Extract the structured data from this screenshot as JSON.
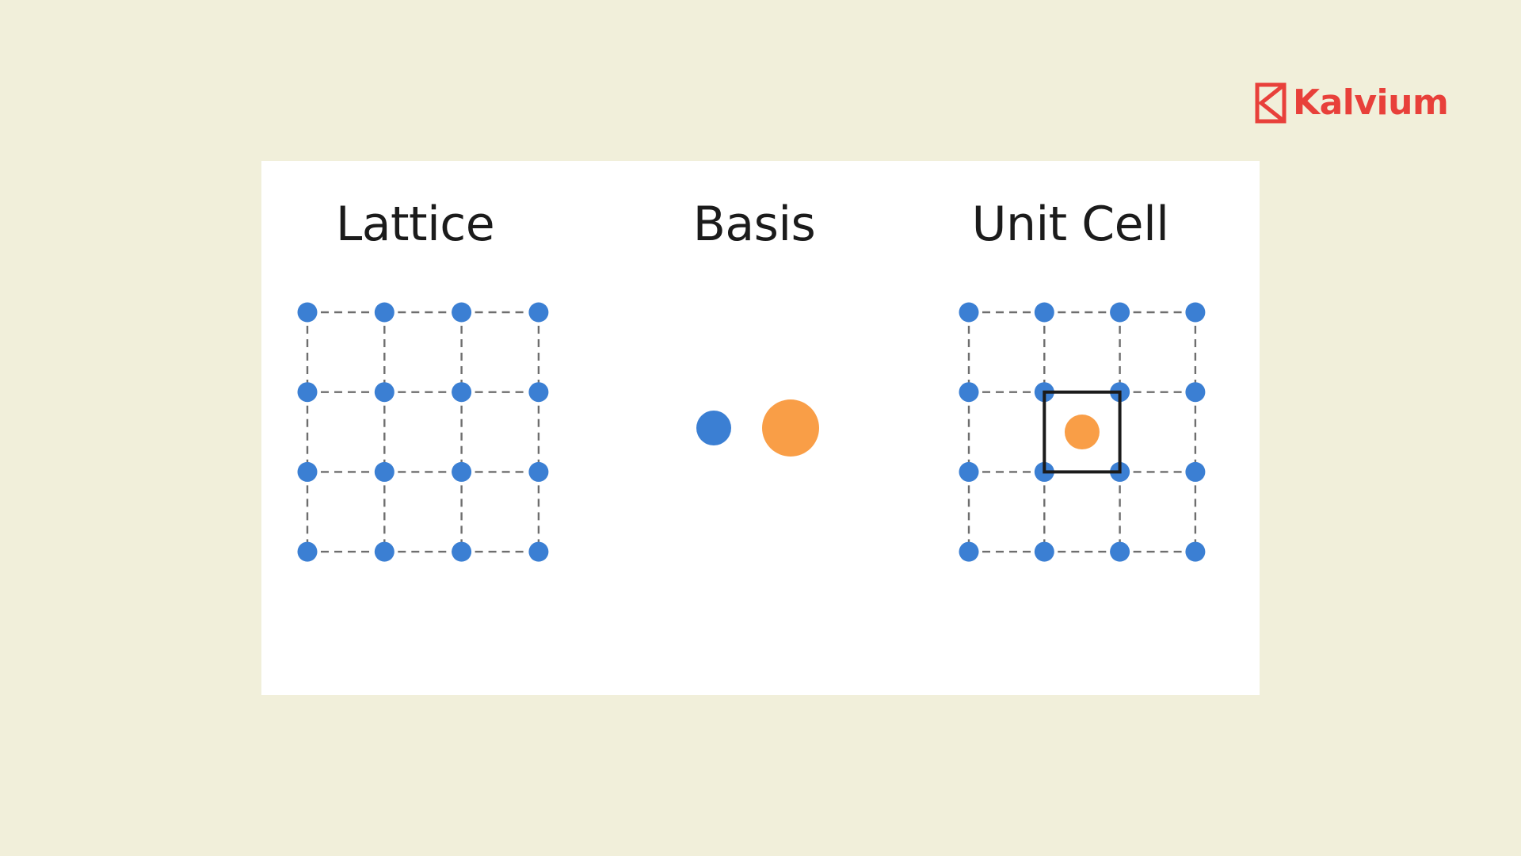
{
  "brand": {
    "name": "Kalvium",
    "icon": "kalvium-logo-icon",
    "color": "#E8403A"
  },
  "panels": {
    "lattice": {
      "title": "Lattice",
      "grid": {
        "rows": 4,
        "cols": 4
      }
    },
    "basis": {
      "title": "Basis",
      "atoms": [
        {
          "kind": "small",
          "color": "#3B7FD3"
        },
        {
          "kind": "large",
          "color": "#F99E47"
        }
      ]
    },
    "unit_cell": {
      "title": "Unit Cell",
      "grid": {
        "rows": 4,
        "cols": 4
      },
      "highlighted_cell": {
        "row": 1,
        "col": 1
      }
    }
  },
  "colors": {
    "background": "#F1EFDA",
    "panel": "#FFFFFF",
    "lattice_point": "#3B7FD3",
    "basis_atom": "#F99E47",
    "grid_line": "#6E6E6E",
    "cell_outline": "#1B1B1B"
  }
}
